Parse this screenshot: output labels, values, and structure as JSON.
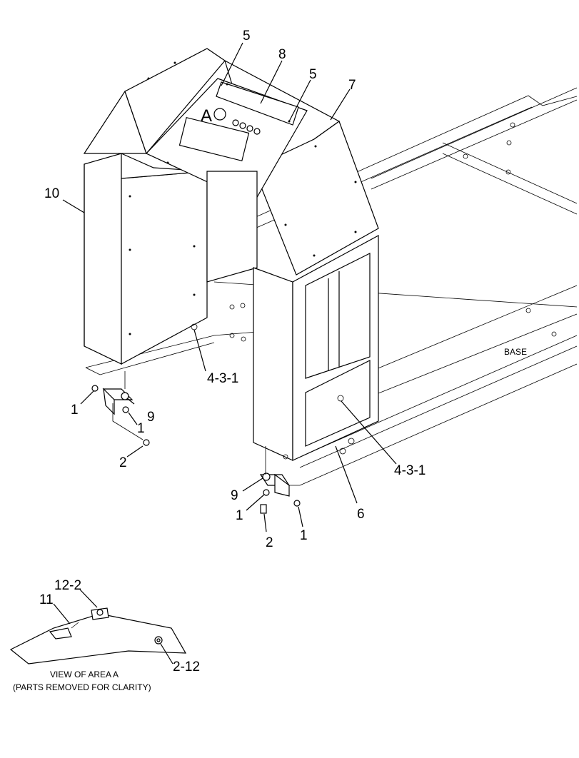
{
  "drawing": {
    "callouts": [
      {
        "id": "c5a",
        "text": "5"
      },
      {
        "id": "c8",
        "text": "8"
      },
      {
        "id": "c5b",
        "text": "5"
      },
      {
        "id": "c7",
        "text": "7"
      },
      {
        "id": "c10",
        "text": "10"
      },
      {
        "id": "cA",
        "text": "A"
      },
      {
        "id": "c431a",
        "text": "4-3-1"
      },
      {
        "id": "c1a",
        "text": "1"
      },
      {
        "id": "c9a",
        "text": "9"
      },
      {
        "id": "c1b",
        "text": "1"
      },
      {
        "id": "c2a",
        "text": "2"
      },
      {
        "id": "c431b",
        "text": "4-3-1"
      },
      {
        "id": "c6",
        "text": "6"
      },
      {
        "id": "c9b",
        "text": "9"
      },
      {
        "id": "c1c",
        "text": "1"
      },
      {
        "id": "c1d",
        "text": "1"
      },
      {
        "id": "c2b",
        "text": "2"
      },
      {
        "id": "c122",
        "text": "12-2"
      },
      {
        "id": "c11",
        "text": "11"
      },
      {
        "id": "c212",
        "text": "2-12"
      }
    ],
    "base_label": "BASE",
    "view_caption": "VIEW OF AREA  A",
    "view_subcaption": "(PARTS REMOVED FOR CLARITY)"
  }
}
